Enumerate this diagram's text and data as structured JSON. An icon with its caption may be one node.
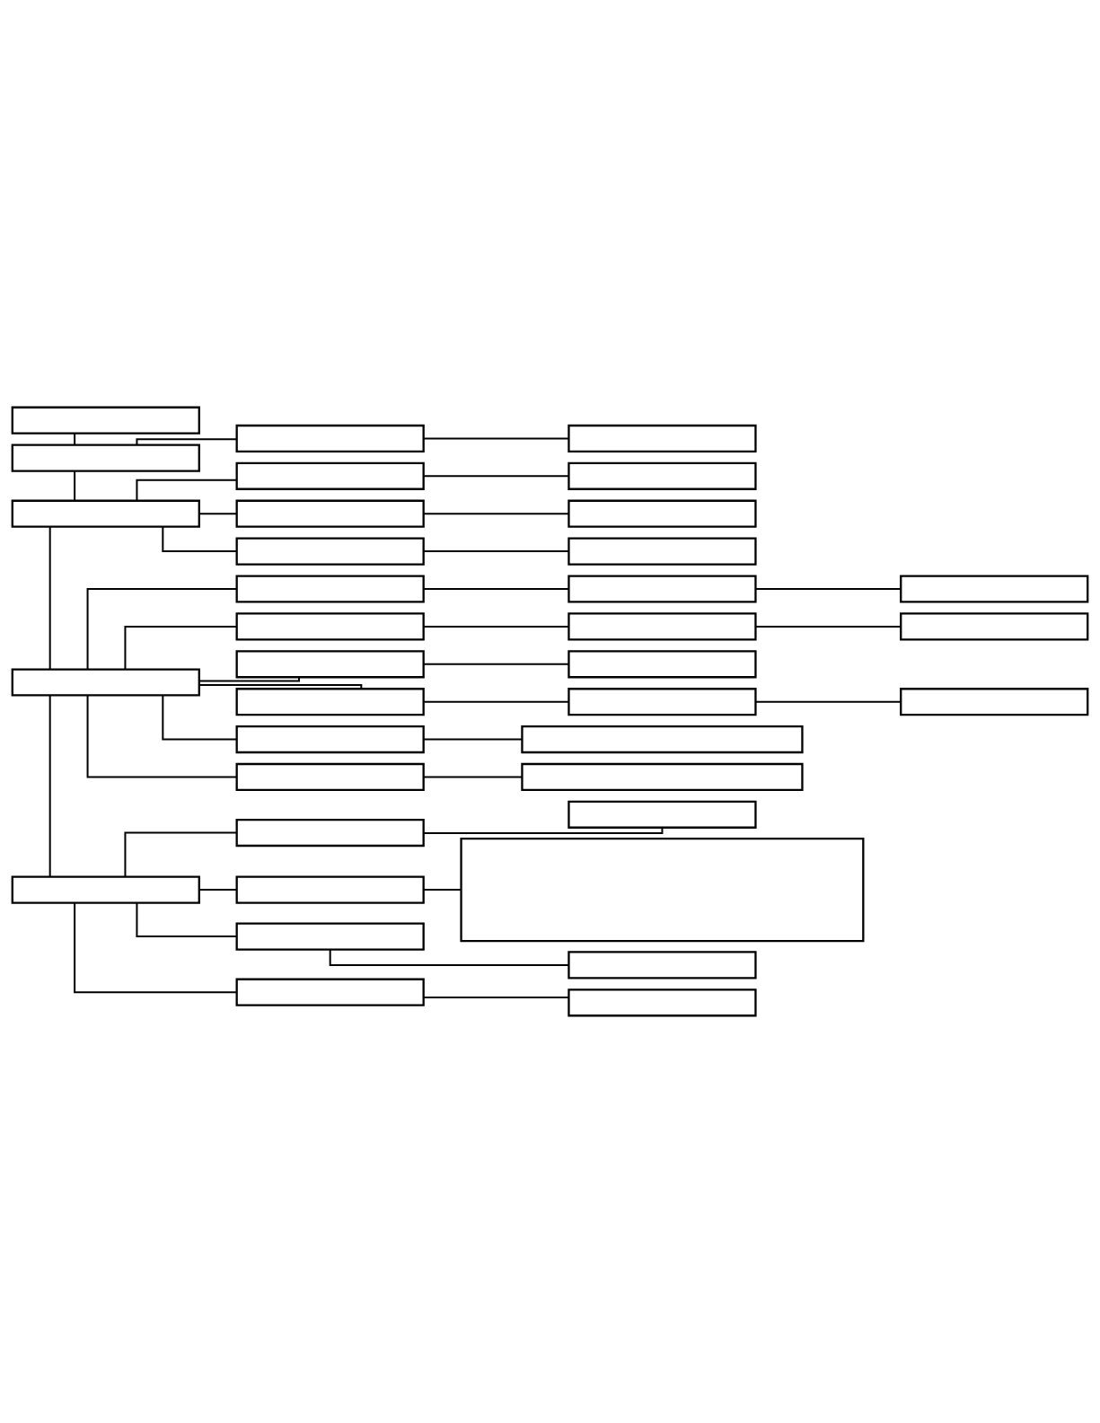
{
  "diagram": {
    "nodes": [
      {
        "text": [],
        "shape": "box"
      },
      {
        "text": [],
        "shape": "box"
      },
      {
        "text": [],
        "shape": "box"
      },
      {
        "text": [],
        "shape": "box"
      },
      {
        "text": [],
        "shape": "box"
      },
      {
        "text": [],
        "shape": "box"
      },
      {
        "text": [],
        "shape": "box"
      },
      {
        "text": [],
        "shape": "box"
      },
      {
        "text": [],
        "shape": "box"
      },
      {
        "text": [],
        "shape": "box"
      },
      {
        "text": [],
        "shape": "box"
      },
      {
        "text": [],
        "shape": "box"
      },
      {
        "text": [],
        "shape": "box"
      },
      {
        "text": [],
        "shape": "box"
      },
      {
        "text": [],
        "shape": "box"
      },
      {
        "text": [],
        "shape": "box"
      },
      {
        "text": [],
        "shape": "box"
      },
      {
        "text": [],
        "shape": "box"
      },
      {
        "text": [],
        "shape": "box"
      },
      {
        "text": [],
        "shape": "box"
      },
      {
        "text": [],
        "shape": "box"
      },
      {
        "text": [],
        "shape": "box"
      },
      {
        "text": [],
        "shape": "box"
      },
      {
        "text": [],
        "shape": "box"
      },
      {
        "text": [],
        "shape": "box"
      },
      {
        "text": [],
        "shape": "box"
      },
      {
        "text": [],
        "shape": "box"
      },
      {
        "text": [],
        "shape": "box"
      },
      {
        "text": [],
        "shape": "box"
      },
      {
        "text": [],
        "shape": "box"
      },
      {
        "text": [],
        "shape": "box"
      },
      {
        "text": [],
        "shape": "box"
      },
      {
        "text": [],
        "shape": "box"
      },
      {
        "text": [],
        "shape": "box"
      },
      {
        "text": [],
        "shape": "box"
      },
      {
        "text": [],
        "shape": "box"
      }
    ],
    "edges": [
      {
        "from": 0,
        "to": 1,
        "arrow": "none"
      },
      {
        "from": 1,
        "to": 4,
        "arrow": "none"
      },
      {
        "from": 4,
        "to": 11,
        "arrow": "none"
      },
      {
        "from": 11,
        "to": 27,
        "arrow": "none"
      },
      {
        "from": 1,
        "to": 2,
        "arrow": "none"
      },
      {
        "from": 2,
        "to": 3,
        "arrow": "none"
      },
      {
        "from": 4,
        "to": 5,
        "arrow": "none"
      },
      {
        "from": 5,
        "to": 6,
        "arrow": "none"
      },
      {
        "from": 4,
        "to": 7,
        "arrow": "none"
      },
      {
        "from": 7,
        "to": 8,
        "arrow": "none"
      },
      {
        "from": 4,
        "to": 9,
        "arrow": "none"
      },
      {
        "from": 9,
        "to": 10,
        "arrow": "none"
      },
      {
        "from": 11,
        "to": 12,
        "arrow": "none"
      },
      {
        "from": 12,
        "to": 13,
        "arrow": "none"
      },
      {
        "from": 13,
        "to": 14,
        "arrow": "none"
      },
      {
        "from": 11,
        "to": 15,
        "arrow": "none"
      },
      {
        "from": 15,
        "to": 16,
        "arrow": "none"
      },
      {
        "from": 16,
        "to": 17,
        "arrow": "none"
      },
      {
        "from": 11,
        "to": 18,
        "arrow": "none"
      },
      {
        "from": 18,
        "to": 19,
        "arrow": "none"
      },
      {
        "from": 11,
        "to": 20,
        "arrow": "none"
      },
      {
        "from": 20,
        "to": 21,
        "arrow": "none"
      },
      {
        "from": 21,
        "to": 22,
        "arrow": "none"
      },
      {
        "from": 11,
        "to": 23,
        "arrow": "none"
      },
      {
        "from": 23,
        "to": 24,
        "arrow": "none"
      },
      {
        "from": 11,
        "to": 25,
        "arrow": "none"
      },
      {
        "from": 25,
        "to": 26,
        "arrow": "none"
      },
      {
        "from": 27,
        "to": 28,
        "arrow": "none"
      },
      {
        "from": 28,
        "to": 29,
        "arrow": "none"
      },
      {
        "from": 27,
        "to": 30,
        "arrow": "none"
      },
      {
        "from": 30,
        "to": 31,
        "arrow": "none"
      },
      {
        "from": 27,
        "to": 32,
        "arrow": "none"
      },
      {
        "from": 32,
        "to": 33,
        "arrow": "none"
      },
      {
        "from": 27,
        "to": 34,
        "arrow": "none"
      },
      {
        "from": 34,
        "to": 35,
        "arrow": "none"
      }
    ]
  }
}
